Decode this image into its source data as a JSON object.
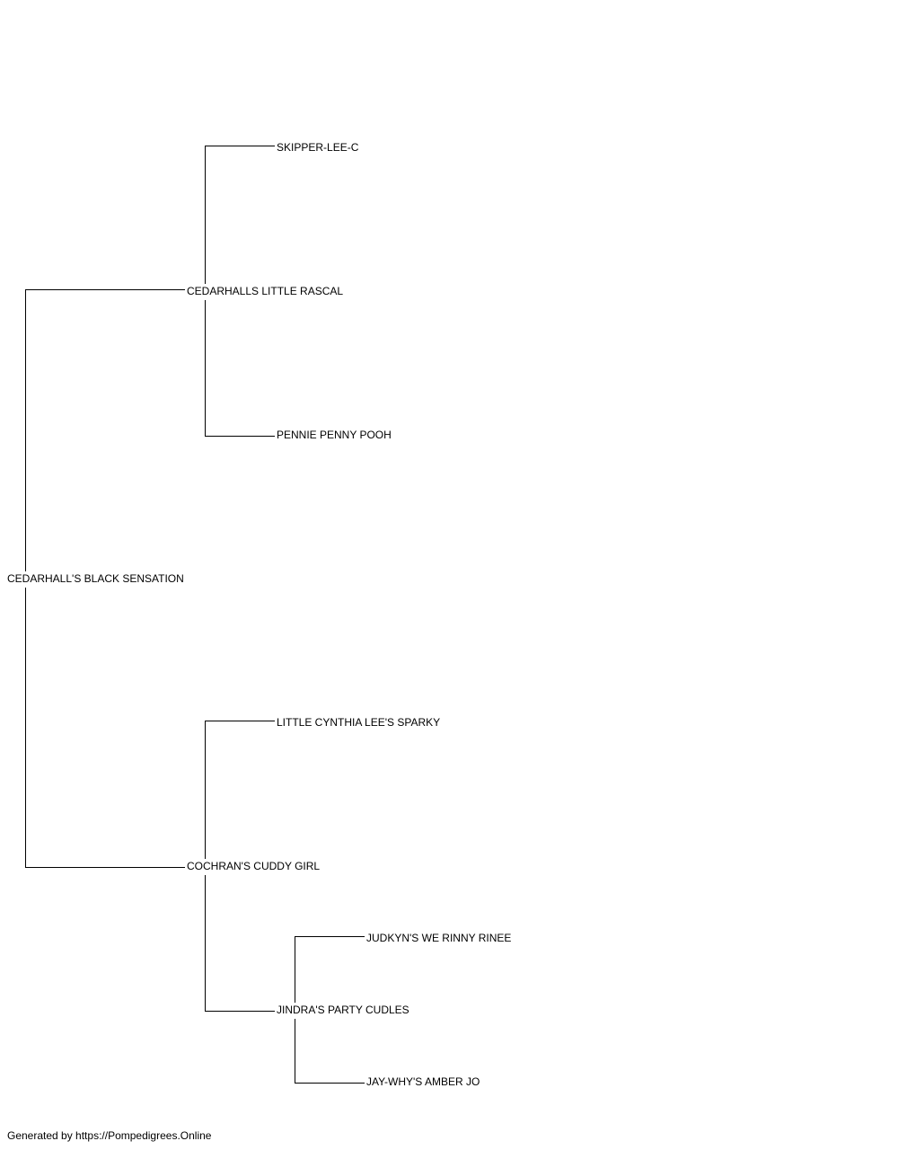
{
  "pedigree": {
    "subject": "CEDARHALL'S BLACK SENSATION",
    "sire": "CEDARHALLS LITTLE RASCAL",
    "dam": "COCHRAN'S CUDDY GIRL",
    "sire_sire": "SKIPPER-LEE-C",
    "sire_dam": "PENNIE PENNY POOH",
    "dam_sire": "LITTLE CYNTHIA LEE'S SPARKY",
    "dam_dam": "JINDRA'S PARTY CUDLES",
    "dam_dam_sire": "JUDKYN'S WE RINNY RINEE",
    "dam_dam_dam": "JAY-WHY'S AMBER JO"
  },
  "footer": {
    "text": "Generated by https://Pompedigrees.Online"
  }
}
